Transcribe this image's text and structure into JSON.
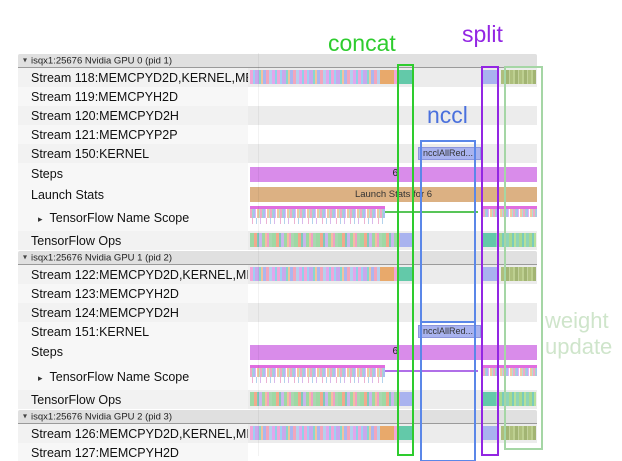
{
  "annotations": {
    "concat": "concat",
    "split": "split",
    "nccl": "nccl",
    "weight_update": "weight\nupdate"
  },
  "palette": {
    "annotation_green": "#2ecc2e",
    "annotation_purple": "#9326e3",
    "annotation_blue": "#5b87e8",
    "annotation_palegreen": "#a5d6a5",
    "label_nccl_blue": "#4a70dd",
    "label_weight_green": "#cfe5cb",
    "steps_bar": "#d98cea",
    "launch_bar": "#dcb183",
    "nccl_bar": "#a9b3ef",
    "concat_segment": "#63c9a9",
    "split_segment": "#a9b3ef",
    "weight_segment": "#aebf7d",
    "orange_segment": "#e8a96b"
  },
  "rows": [
    {
      "name": "gpu0-header",
      "type": "header",
      "label": "isqx1:25676 Nvidia GPU 0 (pid 1)",
      "h": 15
    },
    {
      "name": "stream-118",
      "type": "stream",
      "label": "Stream 118:MEMCPYD2D,KERNEL,ME",
      "h": 19,
      "shade": true,
      "bar": "stream"
    },
    {
      "name": "stream-119",
      "type": "stream",
      "label": "Stream 119:MEMCPYH2D",
      "h": 19,
      "shade": false,
      "bar": "none"
    },
    {
      "name": "stream-120",
      "type": "stream",
      "label": "Stream 120:MEMCPYD2H",
      "h": 19,
      "shade": true,
      "bar": "none"
    },
    {
      "name": "stream-121",
      "type": "stream",
      "label": "Stream 121:MEMCPYP2P",
      "h": 19,
      "shade": false,
      "bar": "none"
    },
    {
      "name": "stream-150",
      "type": "stream",
      "label": "Stream 150:KERNEL",
      "h": 19,
      "shade": true,
      "bar": "nccl",
      "text": "ncclAllRed..."
    },
    {
      "name": "steps-gpu0",
      "type": "steps",
      "label": "Steps",
      "h": 22,
      "shade": false,
      "bar": "steps",
      "text": "6"
    },
    {
      "name": "launch-stats",
      "type": "launch",
      "label": "Launch Stats",
      "h": 19,
      "shade": false,
      "bar": "launch",
      "text": "Launch Stats for 6"
    },
    {
      "name": "namescope-gpu0",
      "type": "namescope",
      "label": "TensorFlow Name Scope",
      "h": 27,
      "shade": false,
      "bar": "ns",
      "line": "#58c558"
    },
    {
      "name": "ops-gpu0",
      "type": "ops",
      "label": "TensorFlow Ops",
      "h": 19,
      "shade": true,
      "bar": "ops"
    },
    {
      "name": "gpu1-header",
      "type": "header",
      "label": "isqx1:25676 Nvidia GPU 1 (pid 2)",
      "h": 15
    },
    {
      "name": "stream-122",
      "type": "stream",
      "label": "Stream 122:MEMCPYD2D,KERNEL,MI",
      "h": 19,
      "shade": true,
      "bar": "stream"
    },
    {
      "name": "stream-123",
      "type": "stream",
      "label": "Stream 123:MEMCPYH2D",
      "h": 19,
      "shade": false,
      "bar": "none"
    },
    {
      "name": "stream-124",
      "type": "stream",
      "label": "Stream 124:MEMCPYD2H",
      "h": 19,
      "shade": true,
      "bar": "none"
    },
    {
      "name": "stream-151",
      "type": "stream",
      "label": "Stream 151:KERNEL",
      "h": 19,
      "shade": false,
      "bar": "nccl",
      "text": "ncclAllRed..."
    },
    {
      "name": "steps-gpu1",
      "type": "steps",
      "label": "Steps",
      "h": 22,
      "shade": false,
      "bar": "steps",
      "text": "6"
    },
    {
      "name": "namescope-gpu1",
      "type": "namescope",
      "label": "TensorFlow Name Scope",
      "h": 27,
      "shade": false,
      "bar": "ns",
      "line": "#b06fe8"
    },
    {
      "name": "ops-gpu1",
      "type": "ops",
      "label": "TensorFlow Ops",
      "h": 19,
      "shade": true,
      "bar": "ops"
    },
    {
      "name": "gpu2-header",
      "type": "header",
      "label": "isqx1:25676 Nvidia GPU 2 (pid 3)",
      "h": 15
    },
    {
      "name": "stream-126",
      "type": "stream",
      "label": "Stream 126:MEMCPYD2D,KERNEL,MI",
      "h": 19,
      "shade": true,
      "bar": "stream"
    },
    {
      "name": "stream-127",
      "type": "stream",
      "label": "Stream 127:MEMCPYH2D",
      "h": 19,
      "shade": false,
      "bar": "none"
    }
  ]
}
